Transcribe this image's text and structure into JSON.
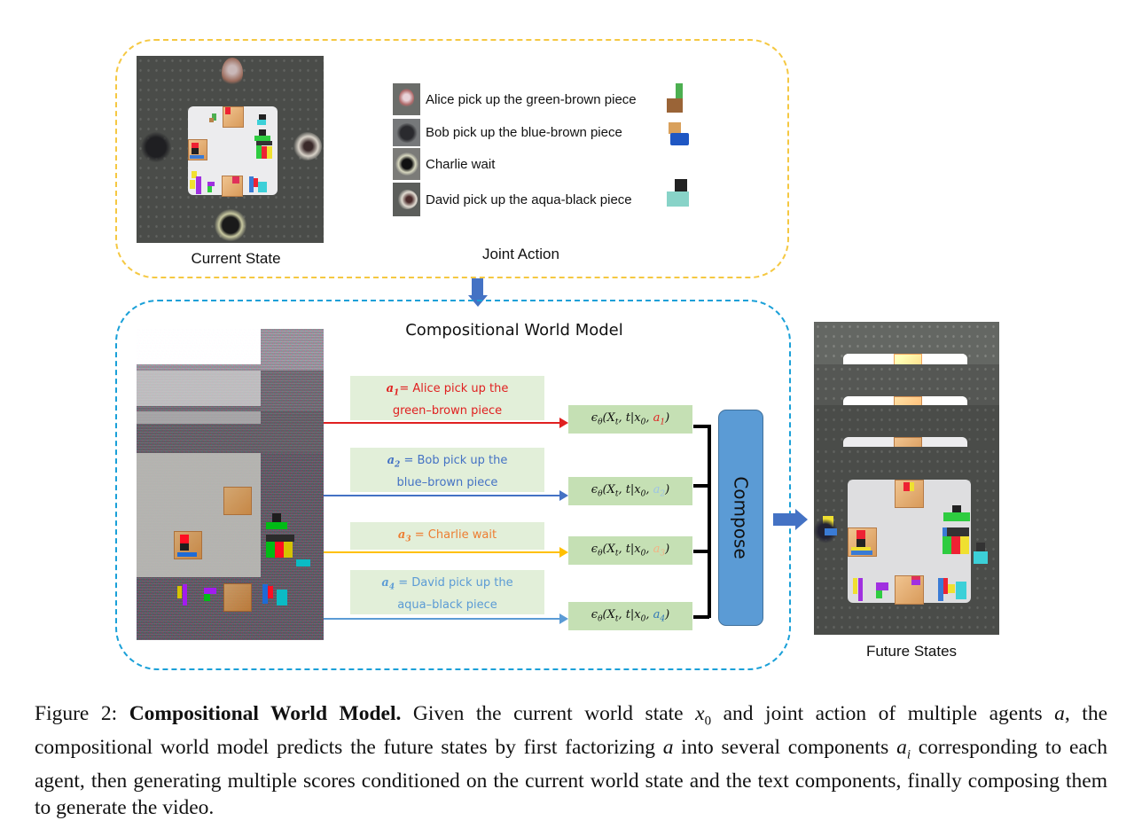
{
  "top_panel": {
    "current_state_label": "Current State",
    "joint_action_label": "Joint Action",
    "actions": [
      {
        "agent": "Alice",
        "text": "Alice pick up the green-brown piece",
        "piece_colors": [
          "#4caf50",
          "#9a6437"
        ]
      },
      {
        "agent": "Bob",
        "text": "Bob pick up the blue-brown piece",
        "piece_colors": [
          "#d9a05b",
          "#1f57c3"
        ]
      },
      {
        "agent": "Charlie",
        "text": "Charlie wait",
        "piece_colors": []
      },
      {
        "agent": "David",
        "text": "David pick up the aqua-black piece",
        "piece_colors": [
          "#222222",
          "#88d3c8"
        ]
      }
    ]
  },
  "model_panel": {
    "title": "Compositional World Model",
    "components": [
      {
        "var": "a",
        "idx": "1",
        "eq": "=",
        "text_line1": "Alice pick up the",
        "text_line2": "green–brown piece",
        "color": "#e02020",
        "score_prefix": "ϵ",
        "score_sub": "θ",
        "score_mid": "(X",
        "score_t": "t",
        "score_rest": ", t|x",
        "score_zero": "0",
        "score_comma": ", "
      },
      {
        "var": "a",
        "idx": "2",
        "eq": " = ",
        "text_line1": "Bob pick up the",
        "text_line2": "blue–brown piece",
        "color": "#4472c4",
        "score_color": "#9dc3e6"
      },
      {
        "var": "a",
        "idx": "3",
        "eq": " = ",
        "text_line1": "Charlie wait",
        "text_line2": "",
        "color": "#ed7d31",
        "line_color": "#ffc000",
        "score_color": "#f4b183"
      },
      {
        "var": "a",
        "idx": "4",
        "eq": " = ",
        "text_line1": "David pick up the",
        "text_line2": "aqua–black piece",
        "color": "#5b9bd5",
        "score_color": "#2e75b6"
      }
    ],
    "compose_label": "Compose",
    "future_states_label": "Future States"
  },
  "colors": {
    "top_border": "#f5c842",
    "bottom_border": "#1aa0d8",
    "text_box_bg": "#e2efd9",
    "score_box_bg": "#c5e0b4",
    "compose_bg": "#5b9bd5",
    "arrow_blue": "#4472c4"
  },
  "caption": {
    "prefix": "Figure 2: ",
    "bold": "Compositional World Model.",
    "part1": " Given the current world state ",
    "x0": "x",
    "x0_sub": "0",
    "part2": " and joint action of multiple agents ",
    "a": "a",
    "part3": ", the compositional world model predicts the future states by first factorizing ",
    "a2": "a",
    "part4": " into several components ",
    "ai": "a",
    "ai_sub": "i",
    "part5": " corresponding to each agent, then generating multiple scores conditioned on the current world state and the text components, finally composing them to generate the video."
  }
}
